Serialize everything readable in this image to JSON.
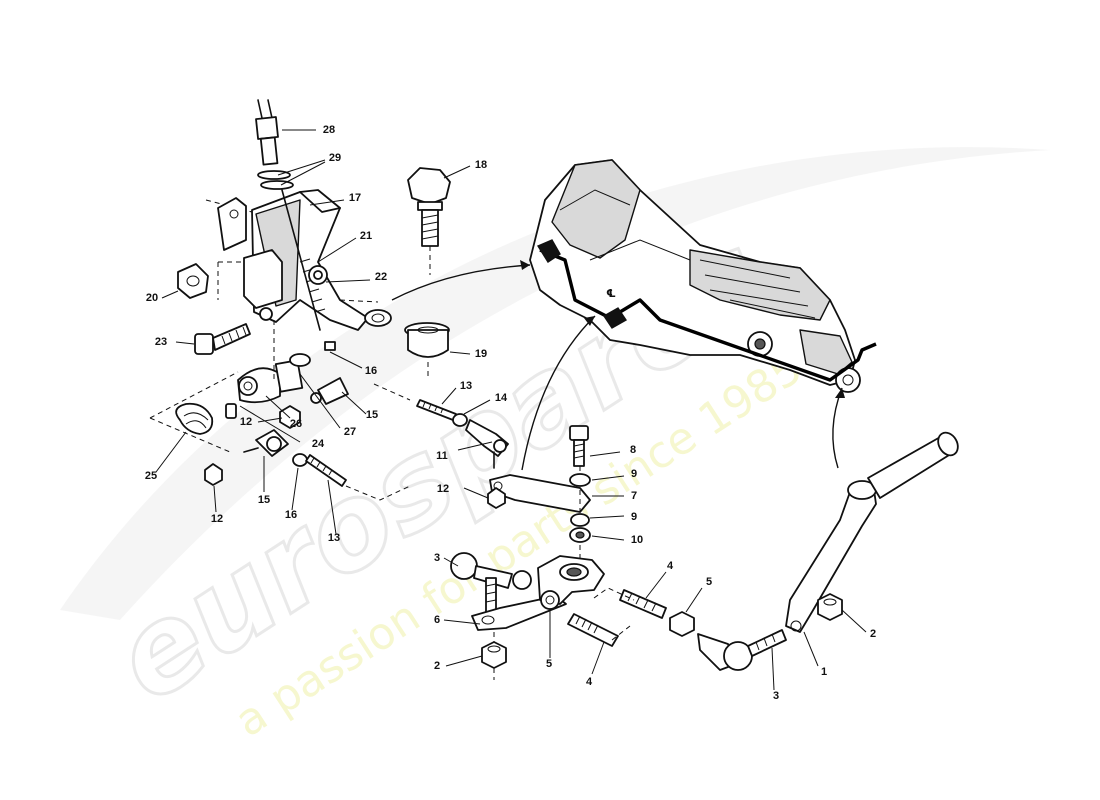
{
  "watermark": {
    "brand": "eurospares",
    "tagline": "a passion for parts since 1985"
  },
  "callouts": [
    {
      "id": "c28",
      "text": "28"
    },
    {
      "id": "c29",
      "text": "29"
    },
    {
      "id": "c17",
      "text": "17"
    },
    {
      "id": "c21",
      "text": "21"
    },
    {
      "id": "c22",
      "text": "22"
    },
    {
      "id": "c20",
      "text": "20"
    },
    {
      "id": "c23",
      "text": "23"
    },
    {
      "id": "c16a",
      "text": "16"
    },
    {
      "id": "c15a",
      "text": "15"
    },
    {
      "id": "c27",
      "text": "27"
    },
    {
      "id": "c26",
      "text": "26"
    },
    {
      "id": "c24",
      "text": "24"
    },
    {
      "id": "c12a",
      "text": "12"
    },
    {
      "id": "c25",
      "text": "25"
    },
    {
      "id": "c15b",
      "text": "15"
    },
    {
      "id": "c16b",
      "text": "16"
    },
    {
      "id": "c13a",
      "text": "13"
    },
    {
      "id": "c12b",
      "text": "12"
    },
    {
      "id": "c18",
      "text": "18"
    },
    {
      "id": "c19",
      "text": "19"
    },
    {
      "id": "c13b",
      "text": "13"
    },
    {
      "id": "c14",
      "text": "14"
    },
    {
      "id": "c11",
      "text": "11"
    },
    {
      "id": "c12c",
      "text": "12"
    },
    {
      "id": "c8",
      "text": "8"
    },
    {
      "id": "c9a",
      "text": "9"
    },
    {
      "id": "c7",
      "text": "7"
    },
    {
      "id": "c9b",
      "text": "9"
    },
    {
      "id": "c10",
      "text": "10"
    },
    {
      "id": "c3a",
      "text": "3"
    },
    {
      "id": "c6",
      "text": "6"
    },
    {
      "id": "c2a",
      "text": "2"
    },
    {
      "id": "c5a",
      "text": "5"
    },
    {
      "id": "c4a",
      "text": "4"
    },
    {
      "id": "c4b",
      "text": "4"
    },
    {
      "id": "c5b",
      "text": "5"
    },
    {
      "id": "c3b",
      "text": "3"
    },
    {
      "id": "c1",
      "text": "1"
    },
    {
      "id": "c2b",
      "text": "2"
    }
  ],
  "centerline_mark": "℄"
}
